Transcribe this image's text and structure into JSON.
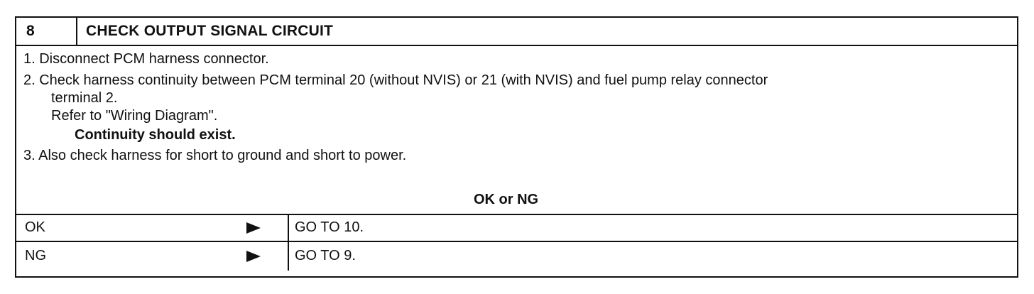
{
  "step": {
    "number": "8",
    "title": "CHECK OUTPUT SIGNAL CIRCUIT"
  },
  "instructions": {
    "l1": "1.  Disconnect PCM harness connector.",
    "l2": "2.  Check harness continuity between PCM terminal 20 (without NVIS) or 21 (with NVIS) and fuel pump relay connector",
    "l2b": "terminal 2.",
    "l2c": "Refer to \"Wiring Diagram\".",
    "expected": "Continuity should exist.",
    "l3": "3.  Also check harness for short to ground and short to power."
  },
  "decision_label": "OK or NG",
  "results": [
    {
      "label": "OK",
      "action": "GO TO 10."
    },
    {
      "label": "NG",
      "action": "GO TO 9."
    }
  ]
}
